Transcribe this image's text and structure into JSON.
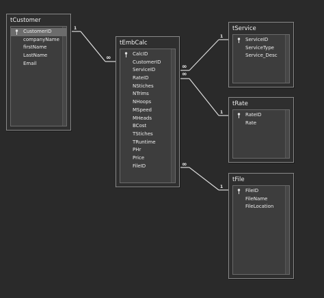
{
  "tables": {
    "tCustomer": {
      "title": "tCustomer",
      "fields": [
        "CustomerID",
        "companyName",
        "firstName",
        "LastName",
        "Email"
      ]
    },
    "tEmbCalc": {
      "title": "tEmbCalc",
      "fields": [
        "CalcID",
        "CustomerID",
        "ServiceID",
        "RateID",
        "NStiches",
        "NTrims",
        "NHoops",
        "MSpeed",
        "MHeads",
        "BCost",
        "TStiches",
        "TRuntime",
        "PHr",
        "Price",
        "FileID"
      ]
    },
    "tService": {
      "title": "tService",
      "fields": [
        "ServiceID",
        "ServiceType",
        "Service_Desc"
      ]
    },
    "tRate": {
      "title": "tRate",
      "fields": [
        "RateID",
        "Rate"
      ]
    },
    "tFile": {
      "title": "tFile",
      "fields": [
        "FileID",
        "FileName",
        "FileLocation"
      ]
    }
  },
  "cardinality": {
    "one": "1",
    "many": "∞"
  },
  "colors": {
    "background": "#2a2a2a",
    "selected_row": "#6c6c6c",
    "line": "#dddddd"
  },
  "icons": {
    "primary_key": "key-icon"
  }
}
